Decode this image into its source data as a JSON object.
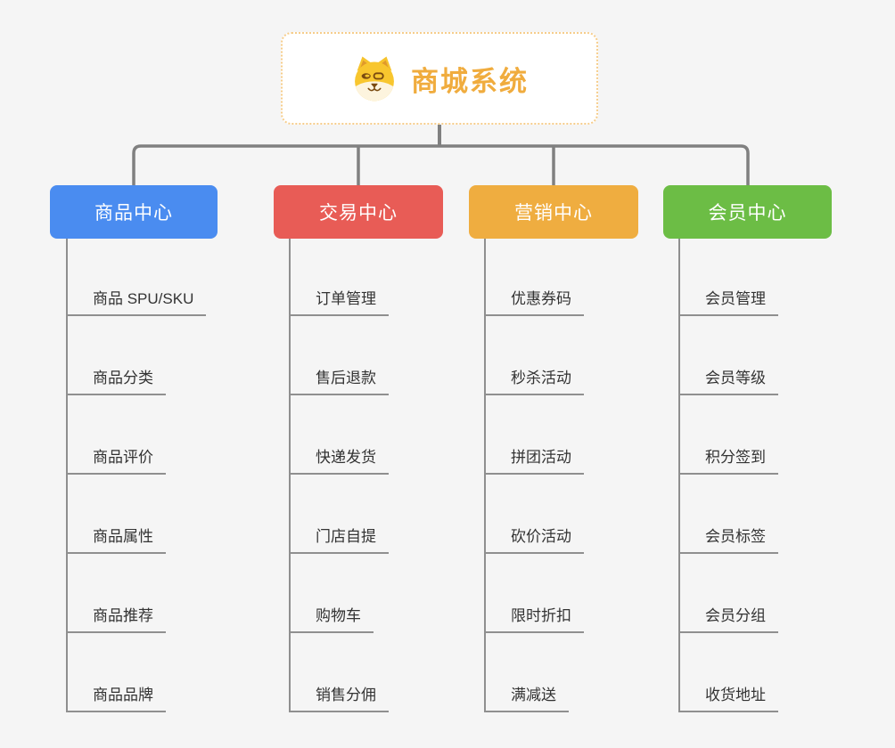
{
  "background": "#f5f5f5",
  "connector_color": "#808080",
  "underline_color": "#8f8f8f",
  "root": {
    "title": "商城系统",
    "icon": "doge-face-icon",
    "border_color": "#f6cd8b",
    "text_color": "#f0ac3e"
  },
  "branches": [
    {
      "label": "商品中心",
      "color": "#4a8cf0",
      "items": [
        "商品 SPU/SKU",
        "商品分类",
        "商品评价",
        "商品属性",
        "商品推荐",
        "商品品牌"
      ]
    },
    {
      "label": "交易中心",
      "color": "#e85c56",
      "items": [
        "订单管理",
        "售后退款",
        "快递发货",
        "门店自提",
        "购物车",
        "销售分佣"
      ]
    },
    {
      "label": "营销中心",
      "color": "#efad40",
      "items": [
        "优惠券码",
        "秒杀活动",
        "拼团活动",
        "砍价活动",
        "限时折扣",
        "满减送"
      ]
    },
    {
      "label": "会员中心",
      "color": "#6cbd45",
      "items": [
        "会员管理",
        "会员等级",
        "积分签到",
        "会员标签",
        "会员分组",
        "收货地址"
      ]
    }
  ]
}
